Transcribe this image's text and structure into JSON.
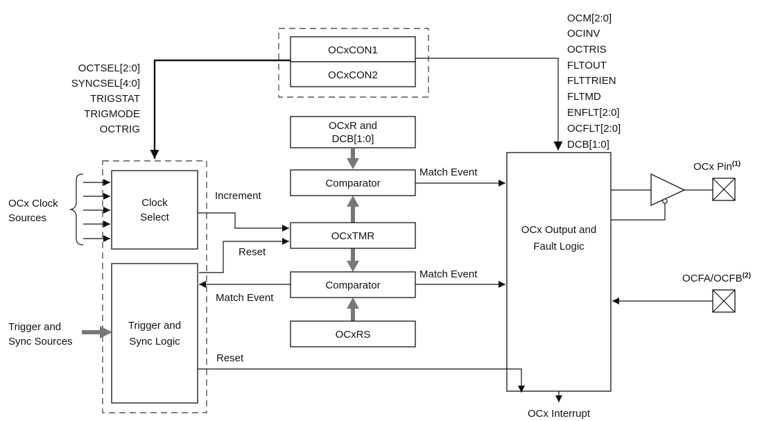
{
  "blocks": {
    "con1": "OCxCON1",
    "con2": "OCxCON2",
    "ocxr_l1": "OCxR and",
    "ocxr_l2": "DCB[1:0]",
    "comparator_top": "Comparator",
    "ocxtmr": "OCxTMR",
    "comparator_bottom": "Comparator",
    "ocxrs": "OCxRS",
    "clock_l1": "Clock",
    "clock_l2": "Select",
    "trigger_l1": "Trigger and",
    "trigger_l2": "Sync Logic",
    "output_l1": "OCx Output and",
    "output_l2": "Fault Logic"
  },
  "left_signals": [
    "OCTSEL[2:0]",
    "SYNCSEL[4:0]",
    "TRIGSTAT",
    "TRIGMODE",
    "OCTRIG"
  ],
  "right_signals": [
    "OCM[2:0]",
    "OCINV",
    "OCTRIS",
    "FLTOUT",
    "FLTTRIEN",
    "FLTMD",
    "ENFLT[2:0]",
    "OCFLT[2:0]",
    "DCB[1:0]"
  ],
  "inputs": {
    "clock_l1": "OCx Clock",
    "clock_l2": "Sources",
    "trigger_l1": "Trigger and",
    "trigger_l2": "Sync Sources"
  },
  "signals": {
    "increment": "Increment",
    "reset_top": "Reset",
    "match_event_top": "Match Event",
    "match_event_bottom": "Match Event",
    "match_event_left": "Match Event",
    "reset_bottom": "Reset",
    "interrupt": "OCx Interrupt"
  },
  "pins": {
    "ocx_pin": "OCx Pin",
    "ocx_pin_note": "(1)",
    "ocfa": "OCFA/OCFB",
    "ocfa_note": "(2)"
  }
}
